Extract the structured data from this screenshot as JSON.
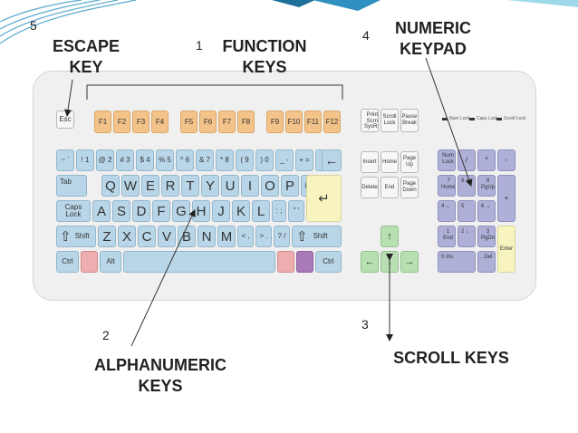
{
  "labels": {
    "escape_key": "ESCAPE\nKEY",
    "function_keys": "FUNCTION\nKEYS",
    "numeric_keypad": "NUMERIC\nKEYPAD",
    "alphanumeric_keys": "ALPHANUMERIC\nKEYS",
    "scroll_keys": "SCROLL KEYS"
  },
  "numbers": {
    "n1": "1",
    "n2": "2",
    "n3": "3",
    "n4": "4",
    "n5": "5"
  },
  "keys": {
    "esc": "Esc",
    "f": [
      "F1",
      "F2",
      "F3",
      "F4",
      "F5",
      "F6",
      "F7",
      "F8",
      "F9",
      "F10",
      "F11",
      "F12"
    ],
    "print": "Print Scrn SysRq",
    "scroll_lock": "Scroll Lock",
    "pause": "Pause Break",
    "row1": [
      "~ `",
      "! 1",
      "@ 2",
      "# 3",
      "$ 4",
      "% 5",
      "^ 6",
      "& 7",
      "* 8",
      "( 9",
      ") 0",
      "_ -",
      "+ =",
      "| \\"
    ],
    "backspace": "←",
    "tab": "Tab",
    "row2": [
      "Q",
      "W",
      "E",
      "R",
      "T",
      "Y",
      "U",
      "I",
      "O",
      "P",
      "{ [",
      "} ]"
    ],
    "enter_symbol": "↵",
    "caps": "Caps Lock",
    "row3": [
      "A",
      "S",
      "D",
      "F",
      "G",
      "H",
      "J",
      "K",
      "L",
      ": ;",
      "\" '"
    ],
    "shift": "Shift",
    "shift_symbol": "⇧",
    "row4": [
      "Z",
      "X",
      "C",
      "V",
      "B",
      "N",
      "M",
      "< ,",
      "> .",
      "? /"
    ],
    "ctrl": "Ctrl",
    "alt": "Alt",
    "insert": "Insert",
    "home": "Home",
    "page_up": "Page Up",
    "delete": "Delete",
    "end": "End",
    "page_down": "Page Down",
    "arrow_up": "↑",
    "arrow_left": "←",
    "arrow_down": "↓",
    "arrow_right": "→",
    "num_lock": "Num Lock",
    "kp_slash": "/",
    "kp_star": "*",
    "kp_minus": "-",
    "kp_plus": "+",
    "kp_7": "7 Home",
    "kp_8": "8 ↑",
    "kp_9": "9 PgUp",
    "kp_4": "4 ←",
    "kp_5": "5",
    "kp_6": "6 →",
    "kp_1": "1 End",
    "kp_2": "2 ↓",
    "kp_3": "3 PgDn",
    "kp_0": "0 Ins",
    "kp_dot": ". Del",
    "kp_enter": "Enter"
  },
  "leds": [
    "Num Lock",
    "Caps Lock",
    "Scroll Lock"
  ],
  "colors": {
    "function_keys": "#f3c38a",
    "alphanumeric_keys": "#b9d6e8",
    "numeric_keypad": "#aeb0d8",
    "enter_keys": "#f7f4c0",
    "scroll_keys": "#b8dfb2",
    "windows_keys": "#eeaeb0",
    "menu_key": "#a87bb8",
    "decoration": "#2f8fbf"
  }
}
